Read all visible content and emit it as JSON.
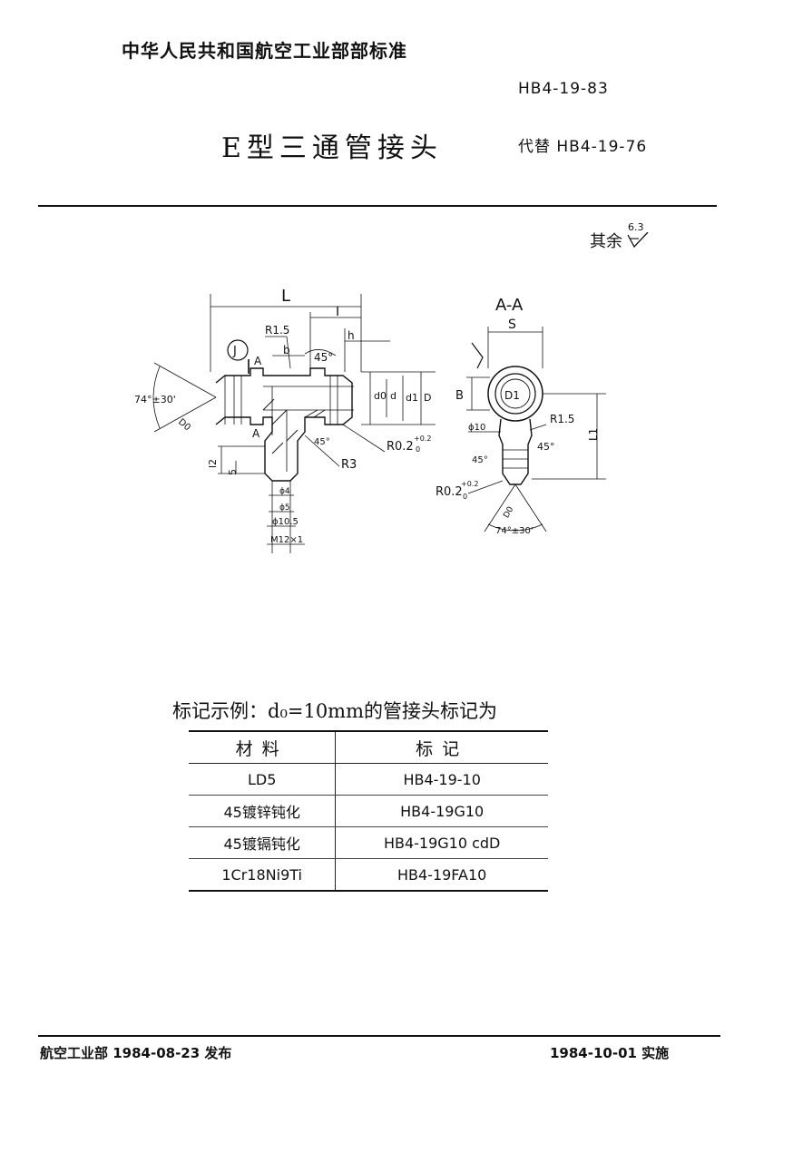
{
  "header": {
    "organization": "中华人民共和国航空工业部部标准",
    "standard_code": "HB4-19-83",
    "title": "E型三通管接头",
    "replaces": "代替 HB4-19-76"
  },
  "surface_finish": {
    "label": "其余",
    "value": "6.3"
  },
  "drawing": {
    "labels": {
      "L": "L",
      "I": "I",
      "h": "h",
      "b": "b",
      "R1_5": "R1.5",
      "angle_45": "45°",
      "angle_74": "74°±30'",
      "D0": "D0",
      "d0": "d0",
      "d": "d",
      "d1": "d1",
      "D": "D",
      "J": "J",
      "A": "A",
      "R02": "R0.2",
      "tol_plus": "+0.2",
      "tol_zero": "0",
      "R3": "R3",
      "l2": "l2",
      "s5": "5",
      "phi4": "ϕ4",
      "phi5": "ϕ5",
      "phi10_5": "ϕ10.5",
      "M12x1": "M12×1",
      "section": "A-A",
      "S": "S",
      "B": "B",
      "D1": "D1",
      "phi10": "ϕ10",
      "L1": "L1"
    }
  },
  "marking_example": {
    "title": "标记示例：d₀=10mm的管接头标记为",
    "headers": [
      "材料",
      "标记"
    ],
    "rows": [
      [
        "LD5",
        "HB4-19-10"
      ],
      [
        "45镀锌钝化",
        "HB4-19G10"
      ],
      [
        "45镀镉钝化",
        "HB4-19G10 cdD"
      ],
      [
        "1Cr18Ni9Ti",
        "HB4-19FA10"
      ]
    ]
  },
  "footer": {
    "issued": "航空工业部 1984-08-23 发布",
    "effective": "1984-10-01 实施"
  }
}
